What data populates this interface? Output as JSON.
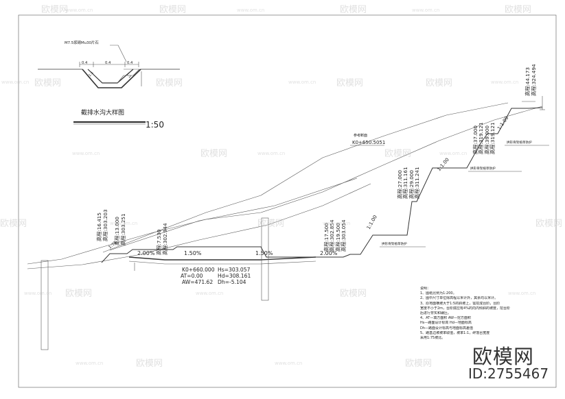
{
  "detail": {
    "material_label": "M7.5浆砌Mu30片石",
    "dim_top_left": "0.4",
    "dim_top_mid": "0.4",
    "dim_top_right": "0.4",
    "dim_side_left": "1:1",
    "dim_side_right": "1:1",
    "title": "截排水沟大样图",
    "scale": "1:50"
  },
  "section": {
    "station_label": "K0+660.000",
    "at": "AT=0.00",
    "aw": "AW=471.62",
    "hs": "Hs=303.057",
    "hd": "Hd=308.161",
    "dh": "Dh=-5.104",
    "slope_left_ratio": "1:75",
    "grade_1": "2.00%",
    "grade_2": "1.50%",
    "grade_3": "1.50%",
    "grade_4": "2.00%",
    "ratio_1": "1:1.00",
    "ratio_2": "1:1.00",
    "ratio_3": "1:1.00",
    "ref_station_title": "参考断面",
    "ref_station": "K0+650.5051",
    "elev_top_1": "高程:44.173",
    "elev_top_2": "高程:324.494",
    "elev_a1": "高程:37.000",
    "elev_a2": "高程:319.121",
    "elev_a3": "高程:39.000",
    "elev_a4": "高程:319.121",
    "elev_b1": "高程:27.000",
    "elev_b2": "高程:311.161",
    "elev_b3": "高程:29.000",
    "elev_b4": "高程:311.241",
    "elev_c1": "高程:17.500",
    "elev_c2": "高程:302.854",
    "elev_c3": "高程:19.500",
    "elev_c4": "高程:303.054",
    "elev_l1": "高程:16.415",
    "elev_l2": "高程:303.203",
    "elev_l3": "高程:13.000",
    "elev_l4": "高程:303.251",
    "elev_l5": "高程:7.530",
    "elev_l6": "高程:302.944",
    "protect_1": "拱形骨架植草防护",
    "protect_2": "拱形骨架植草防护",
    "protect_3": "拱形骨架植草防护"
  },
  "notes": {
    "title": "说明：",
    "items": [
      "1、图纸比例为1:200。",
      "2、图中尺寸单位除高程以米计外，其余均以米计。",
      "3、原地面横坡大于1:5的斜坡上，需挖成台阶，台阶",
      "   宽度不小于2m，台阶底应有4%的向内倾斜的坡度，挖台阶",
      "   后进行夯实和碾压。",
      "4、AT—填方面积    AW—挖方面积",
      "   Hs—路面设计标高  Hd—地面标高",
      "   Dh—路面设计标高与地面标高差值",
      "5、路基边坡坡率取值，坡率1:1，碎落台宽度",
      "   采用1:75坡比。"
    ]
  },
  "watermarks": {
    "brand": "欧模网",
    "url": "www.om.cn",
    "id": "ID:2755467"
  },
  "colors": {
    "line": "#333333",
    "watermark": "#c8c8c8"
  }
}
